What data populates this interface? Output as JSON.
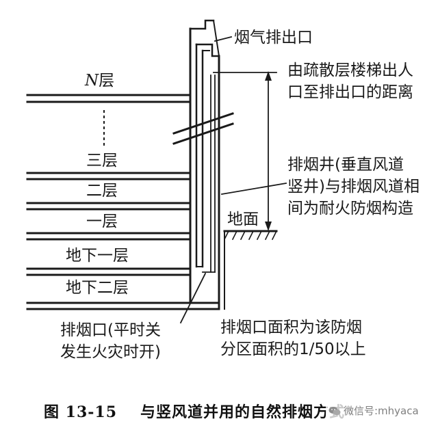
{
  "floors": [
    "N层",
    "三层",
    "二层",
    "一层",
    "地下一层",
    "地下二层"
  ],
  "floor_n_letter": "N",
  "floor_n_suffix": "层",
  "labels": {
    "outlet": "烟气排出口",
    "distance_line1": "由疏散层楼梯出人",
    "distance_line2": "口至排出口的距离",
    "shaft_line1": "排烟井(垂直风道",
    "shaft_line2": "竖井)与排烟风道相",
    "shaft_line3": "间为耐火防烟构造",
    "ground": "地面",
    "inlet_line1": "排烟口(平时关",
    "inlet_line2": "发生火灾时开)",
    "area_line1": "排烟口面积为该防烟",
    "area_line2": "分区面积的1/50以上"
  },
  "caption": {
    "figure_no": "图 13-15",
    "title": "与竖风道并用的自然排烟方式"
  },
  "watermark": "微信号:mhyaca"
}
